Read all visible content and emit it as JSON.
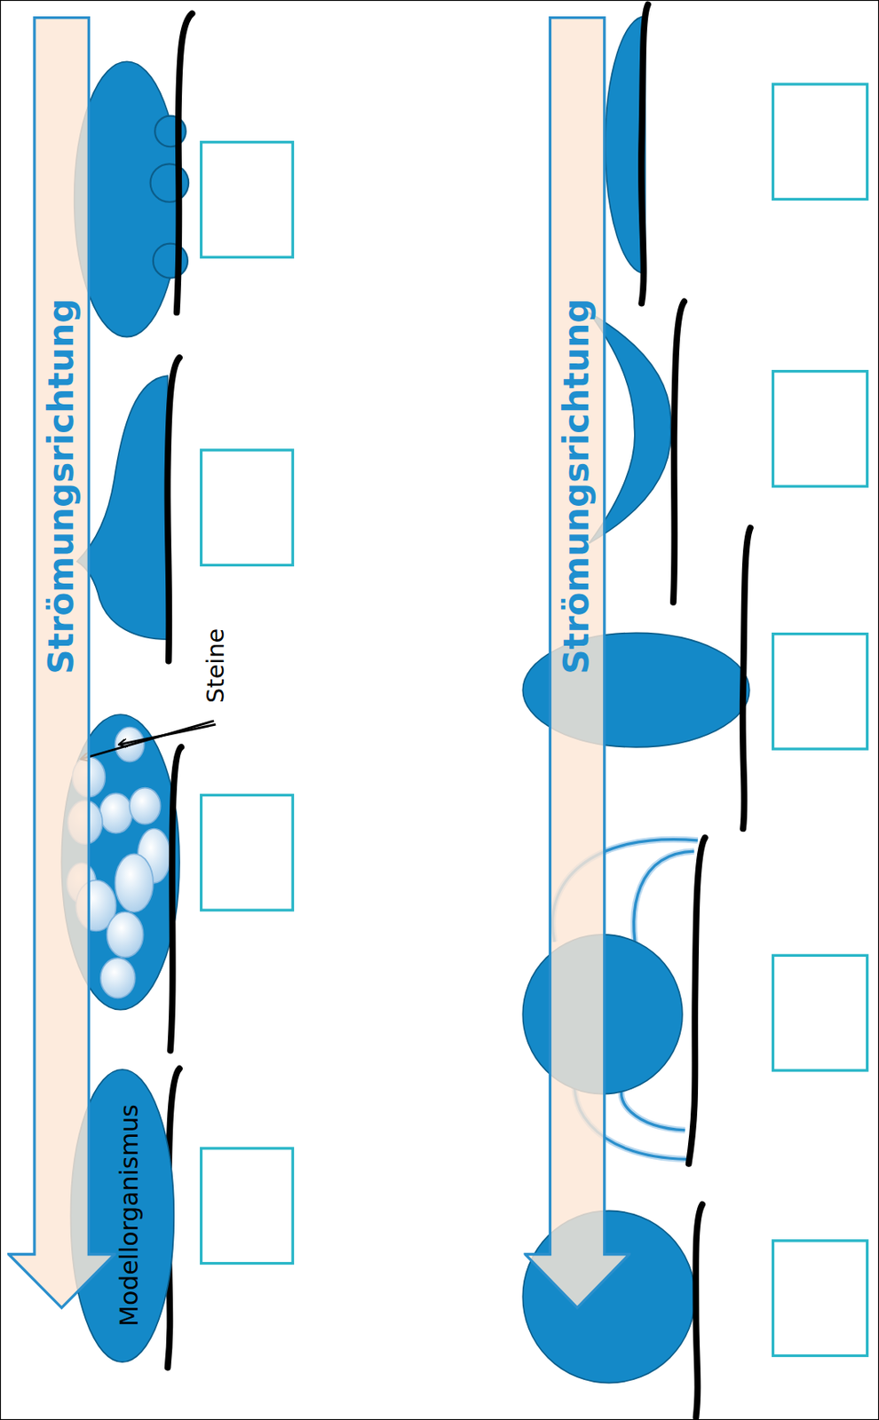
{
  "diagram": {
    "nodes": [
      {
        "text": [
          "Strömungsrichtung"
        ]
      },
      {
        "text": [
          "Modellorganismus"
        ]
      },
      {
        "text": [
          "Strömungsrichtung"
        ]
      }
    ],
    "labels": [
      "Steine"
    ]
  }
}
